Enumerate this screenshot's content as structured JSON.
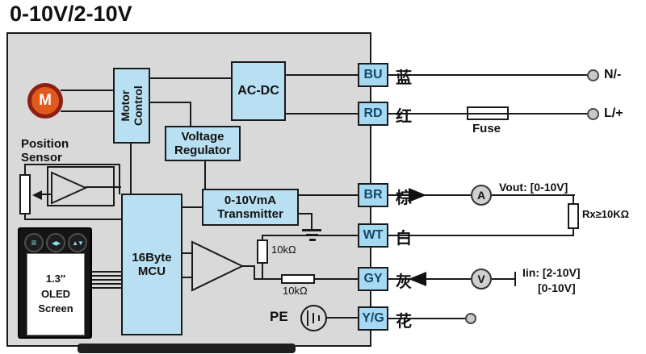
{
  "title": "0-10V/2-10V",
  "blocks": {
    "motor": "M",
    "motor_control": [
      "Motor",
      "Control"
    ],
    "ac_dc": "AC-DC",
    "voltage_regulator": [
      "Voltage",
      "Regulator"
    ],
    "position_sensor": [
      "Position",
      "Sensor"
    ],
    "transmitter": [
      "0-10VmA",
      "Transmitter"
    ],
    "mcu": [
      "16Byte",
      "MCU"
    ],
    "oled": [
      "1.3″",
      "OLED",
      "Screen"
    ],
    "resistor_vertical": "10kΩ",
    "resistor_horizontal": "10kΩ"
  },
  "oled_buttons": [
    "≡",
    "◀▶",
    "▲▼"
  ],
  "terminals": [
    {
      "code": "BU",
      "cn": "蓝"
    },
    {
      "code": "RD",
      "cn": "红"
    },
    {
      "code": "BR",
      "cn": "棕"
    },
    {
      "code": "WT",
      "cn": "白"
    },
    {
      "code": "GY",
      "cn": "灰"
    },
    {
      "code": "Y/G",
      "cn": "花"
    }
  ],
  "right_side": {
    "neutral_label": "N/-",
    "line_label": "L/+",
    "fuse_label": "Fuse",
    "ammeter": "A",
    "voltmeter": "V",
    "vout_label": "Vout: [0-10V]",
    "rx_label": "Rx≥10KΩ",
    "iin_label1": "Iin: [2-10V]",
    "iin_label2": "[0-10V]",
    "pe_label": "PE"
  },
  "colors": {
    "panel_bg": "#d9d9d9",
    "block_fill": "#b9e0f2",
    "terminal_fill": "#a6d9f2",
    "motor_ring": "#8e1f12",
    "motor_fill": "#df5a1c"
  }
}
